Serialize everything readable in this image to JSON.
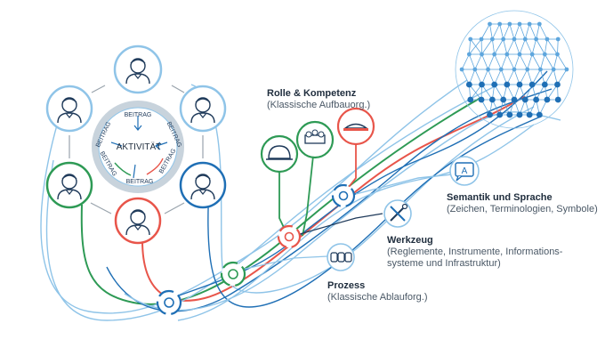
{
  "center": {
    "label": "AKTIVITÄT",
    "contribution_label": "BEITRAG"
  },
  "labels": {
    "rolle": {
      "title": "Rolle & Kompetenz",
      "subtitle": "(Klassische Aufbauorg.)"
    },
    "semantik": {
      "title": "Semantik und Sprache",
      "subtitle": "(Zeichen, Terminologien, Symbole)"
    },
    "werkzeug": {
      "title": "Werkzeug",
      "subtitle_1": "(Reglemente, Instrumente, Informations-",
      "subtitle_2": "systeme und Infrastruktur)"
    },
    "prozess": {
      "title": "Prozess",
      "subtitle": "(Klassische Ablauforg.)"
    }
  },
  "icons": {
    "semantik_letter": "A"
  },
  "colors": {
    "green": "#2e9a55",
    "red": "#e8554a",
    "blue": "#1f6fb5",
    "lightblue": "#8fc4e8",
    "navy": "#1f3a5a",
    "gray": "#9aa4ad"
  }
}
